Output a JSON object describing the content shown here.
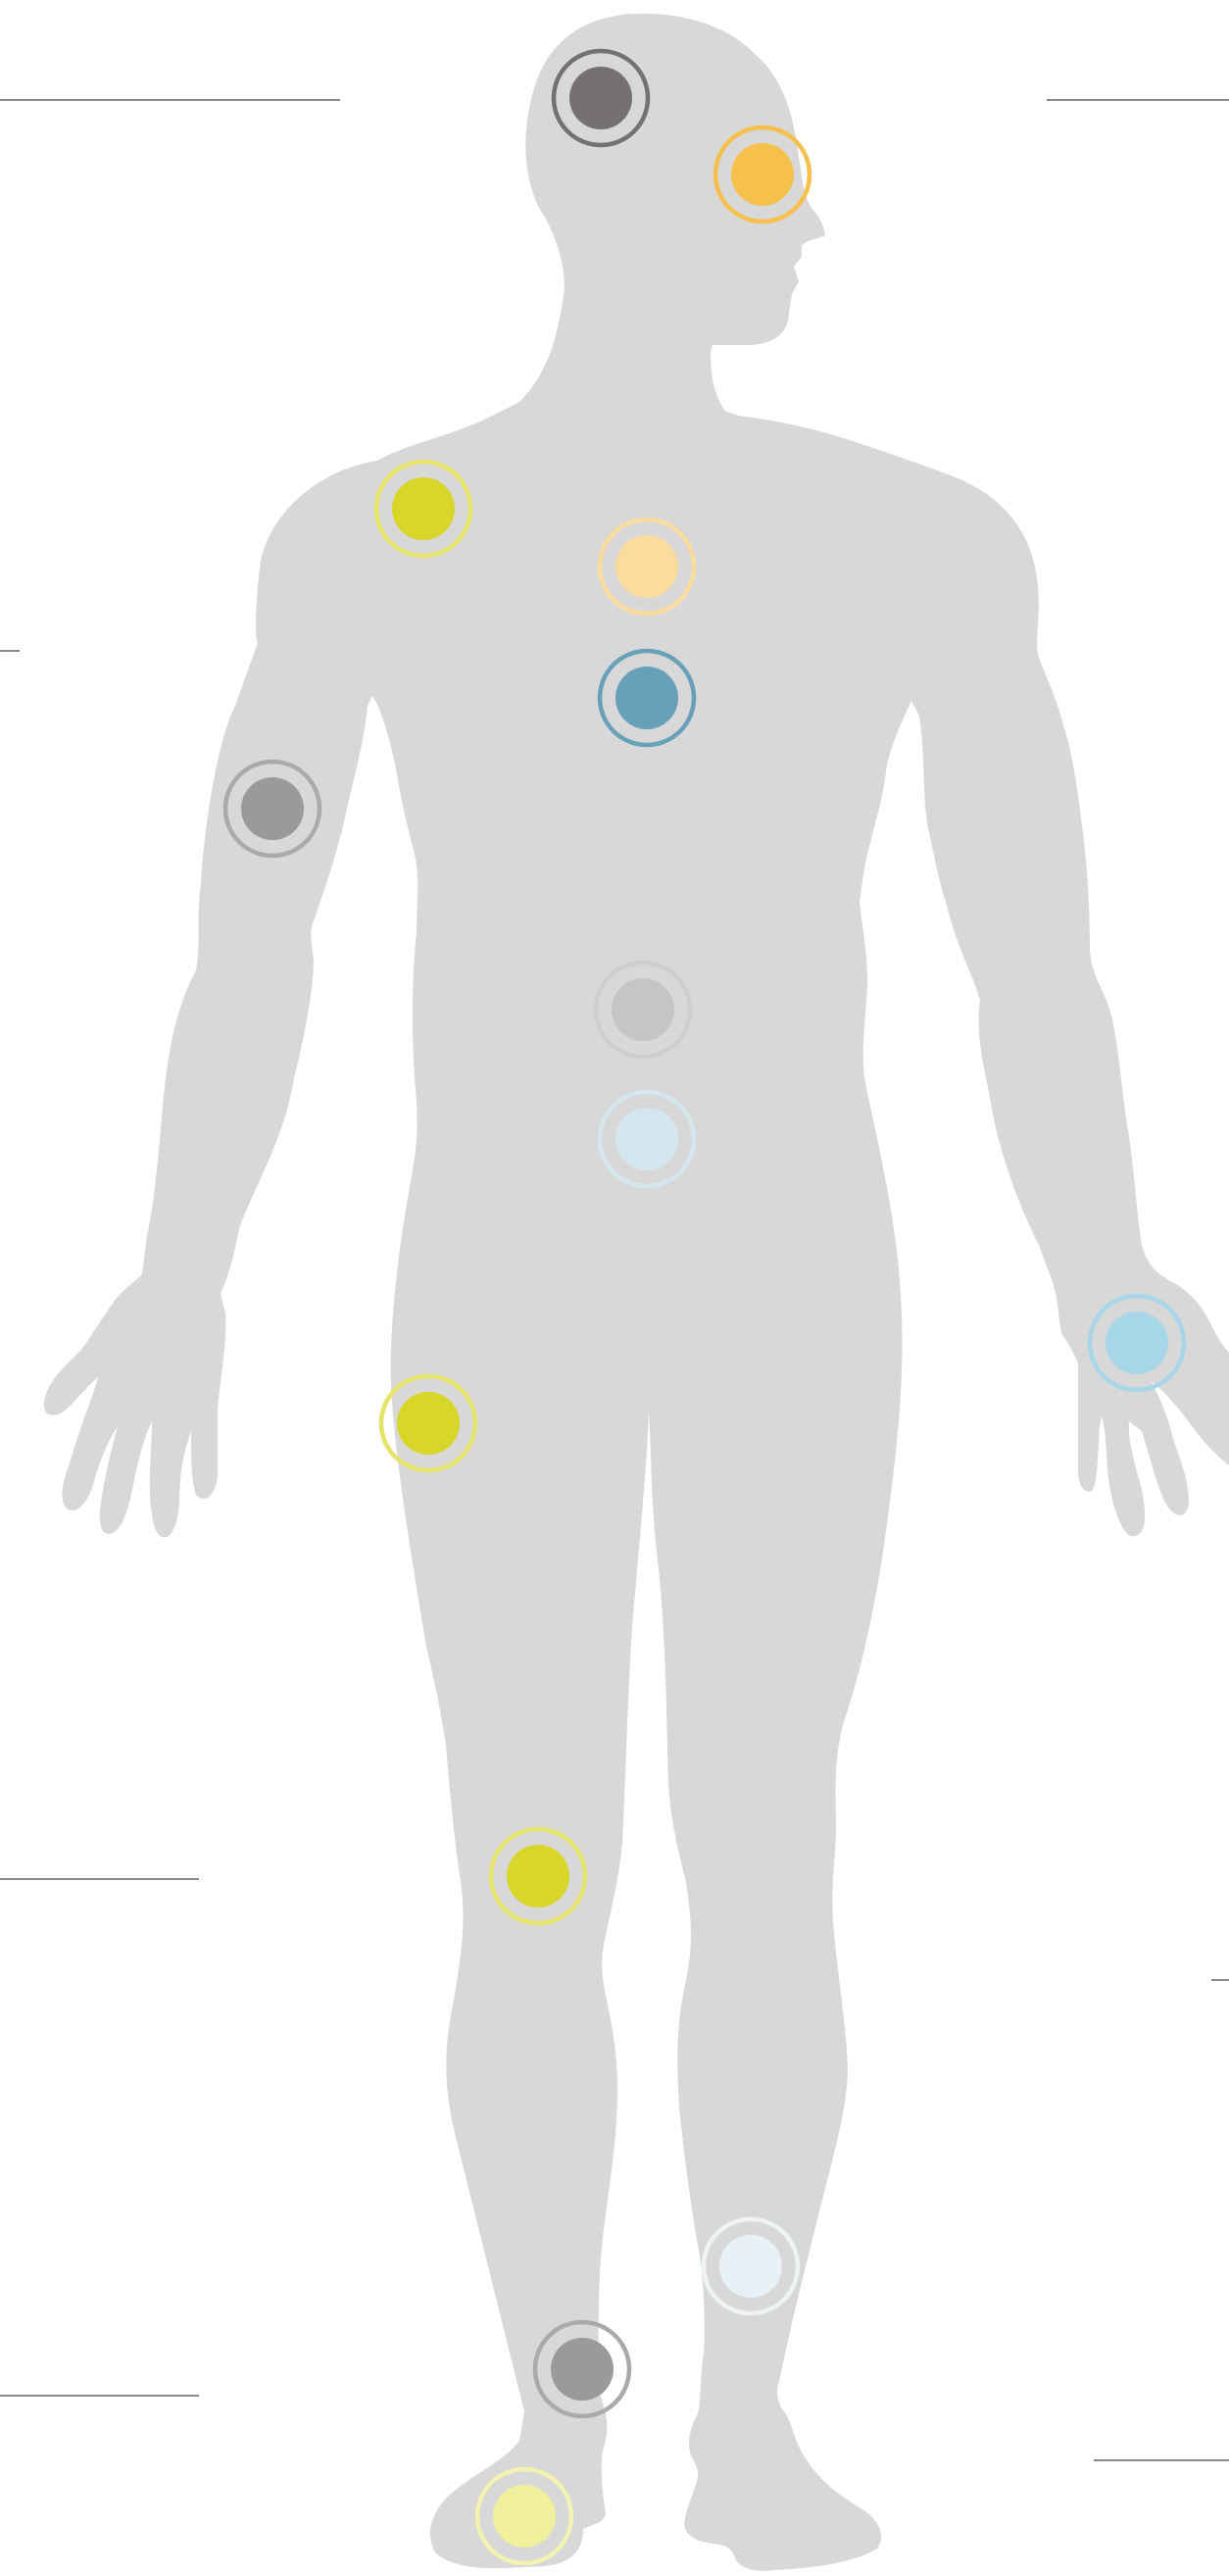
{
  "figure": {
    "silhouette_color": "#d9d8d8",
    "description_visible_text": []
  },
  "markers": [
    {
      "id": "head-top",
      "color": "#757170",
      "ring": "#757170"
    },
    {
      "id": "face",
      "color": "#f6c04c",
      "ring": "#f6c04c"
    },
    {
      "id": "shoulder-right",
      "color": "#d8d628",
      "ring": "#e5e36a"
    },
    {
      "id": "chest-upper",
      "color": "#fadc9f",
      "ring": "#fadc9f"
    },
    {
      "id": "chest-lower",
      "color": "#67a0b9",
      "ring": "#67a0b9"
    },
    {
      "id": "upper-arm-right",
      "color": "#999a9a",
      "ring": "#a9aaaa"
    },
    {
      "id": "abdomen-upper",
      "color": "#c4c5c5",
      "ring": "#cdcece"
    },
    {
      "id": "abdomen-lower",
      "color": "#d4e6ee",
      "ring": "#d4e6ee"
    },
    {
      "id": "hand-left",
      "color": "#a6d6e8",
      "ring": "#a6d6e8"
    },
    {
      "id": "thigh-right",
      "color": "#d8d628",
      "ring": "#e5e36a"
    },
    {
      "id": "knee-right",
      "color": "#d8d628",
      "ring": "#e5e36a"
    },
    {
      "id": "shin-left",
      "color": "#e8f1f5",
      "ring": "#eef3f5"
    },
    {
      "id": "ankle-right",
      "color": "#999a9a",
      "ring": "#a9aaaa"
    },
    {
      "id": "foot-right",
      "color": "#f0ef9e",
      "ring": "#f3f2b0"
    }
  ]
}
